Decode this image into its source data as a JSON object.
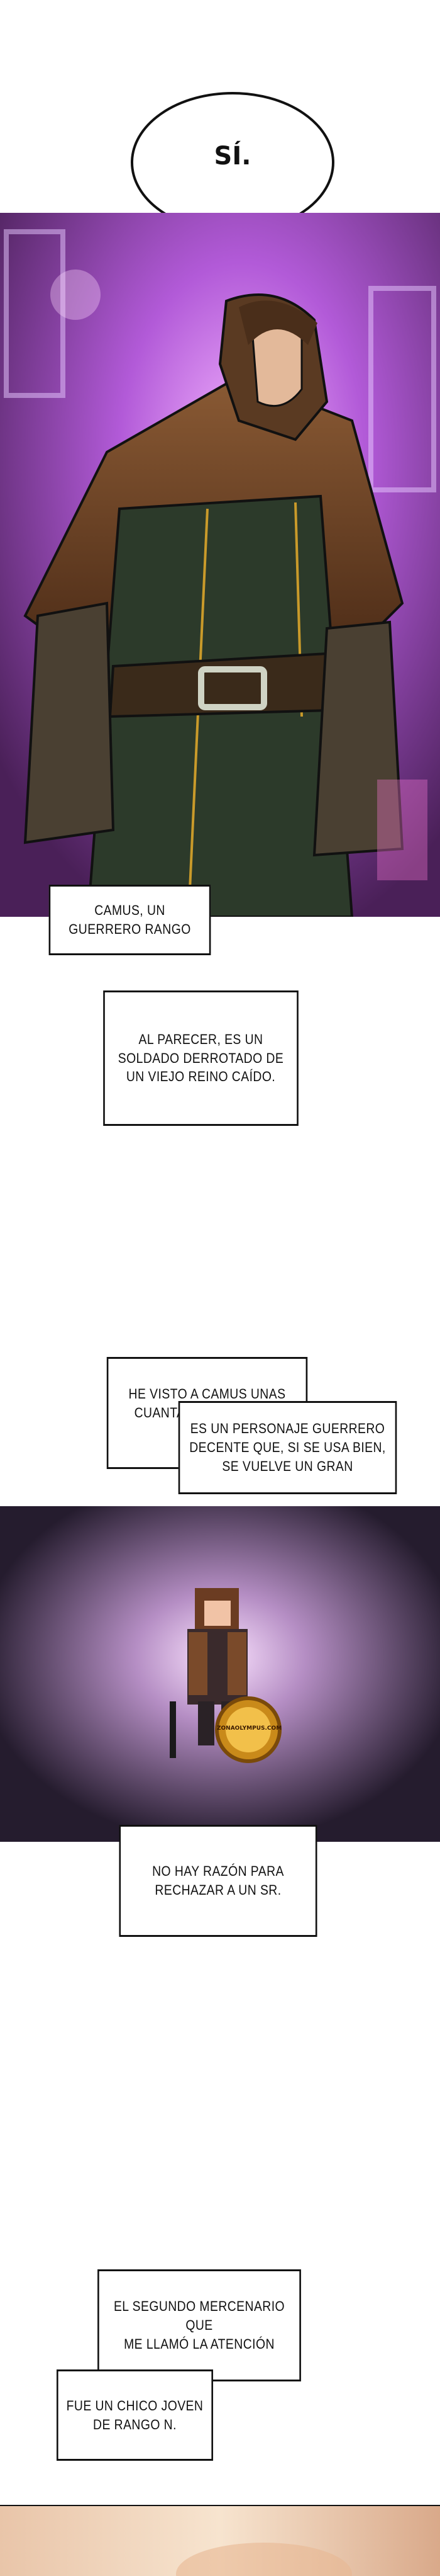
{
  "speech_bubble": {
    "text": "SÍ."
  },
  "captions": {
    "camus_intro": "CAMUS, UN\nGUERRERO RANGO",
    "camus_soldier": "AL PARECER, ES UN\nSOLDADO DERROTADO DE\nUN VIEJO REINO CAÍDO.",
    "seen_camus": "HE VISTO A CAMUS UNAS\nCUANTAS VECES EN EL\nJUEGO.",
    "decent_warrior": "ES UN PERSONAJE GUERRERO\nDECENTE QUE, SI SE USA BIEN,\nSE VUELVE UN GRAN",
    "no_reason": "NO HAY RAZÓN PARA\nRECHAZAR A UN SR.",
    "second_mercenary": "EL SEGUNDO MERCENARIO QUE\nME LLAMÓ LA ATENCIÓN",
    "young_guy": "FUE UN CHICO JOVEN\nDE RANGO N."
  },
  "watermark": {
    "text": "ZONAOLYMPUS.COM"
  },
  "colors": {
    "cloak_brown": "#7a4a2a",
    "armor_green": "#2c3a2a",
    "magic_purple": "#d58cff",
    "frame_black": "#111111"
  }
}
